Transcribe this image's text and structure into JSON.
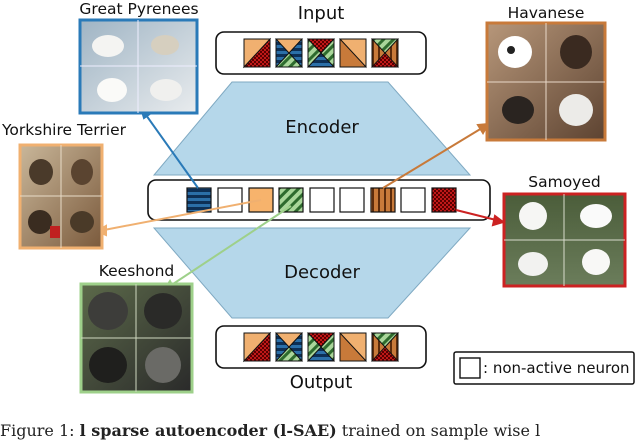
{
  "diagram": {
    "input_label": "Input",
    "output_label": "Output",
    "encoder_label": "Encoder",
    "decoder_label": "Decoder",
    "legend_text": ": non-active neuron",
    "breeds": {
      "great_pyrenees": "Great Pyrenees",
      "havanese": "Havanese",
      "yorkshire_terrier": "Yorkshire Terrier",
      "samoyed": "Samoyed",
      "keeshond": "Keeshond"
    },
    "colors": {
      "encoder_fill": "#b5d7ea",
      "great_pyrenees": "#2a7ab8",
      "havanese": "#c87a3a",
      "yorkshire_terrier": "#f0b070",
      "samoyed": "#cc2222",
      "keeshond": "#9ed08a"
    }
  },
  "caption": {
    "prefix": "Figure 1: ",
    "bold": "l  sparse autoencoder (l-SAE)",
    "suffix": " trained on  sample wise l"
  }
}
